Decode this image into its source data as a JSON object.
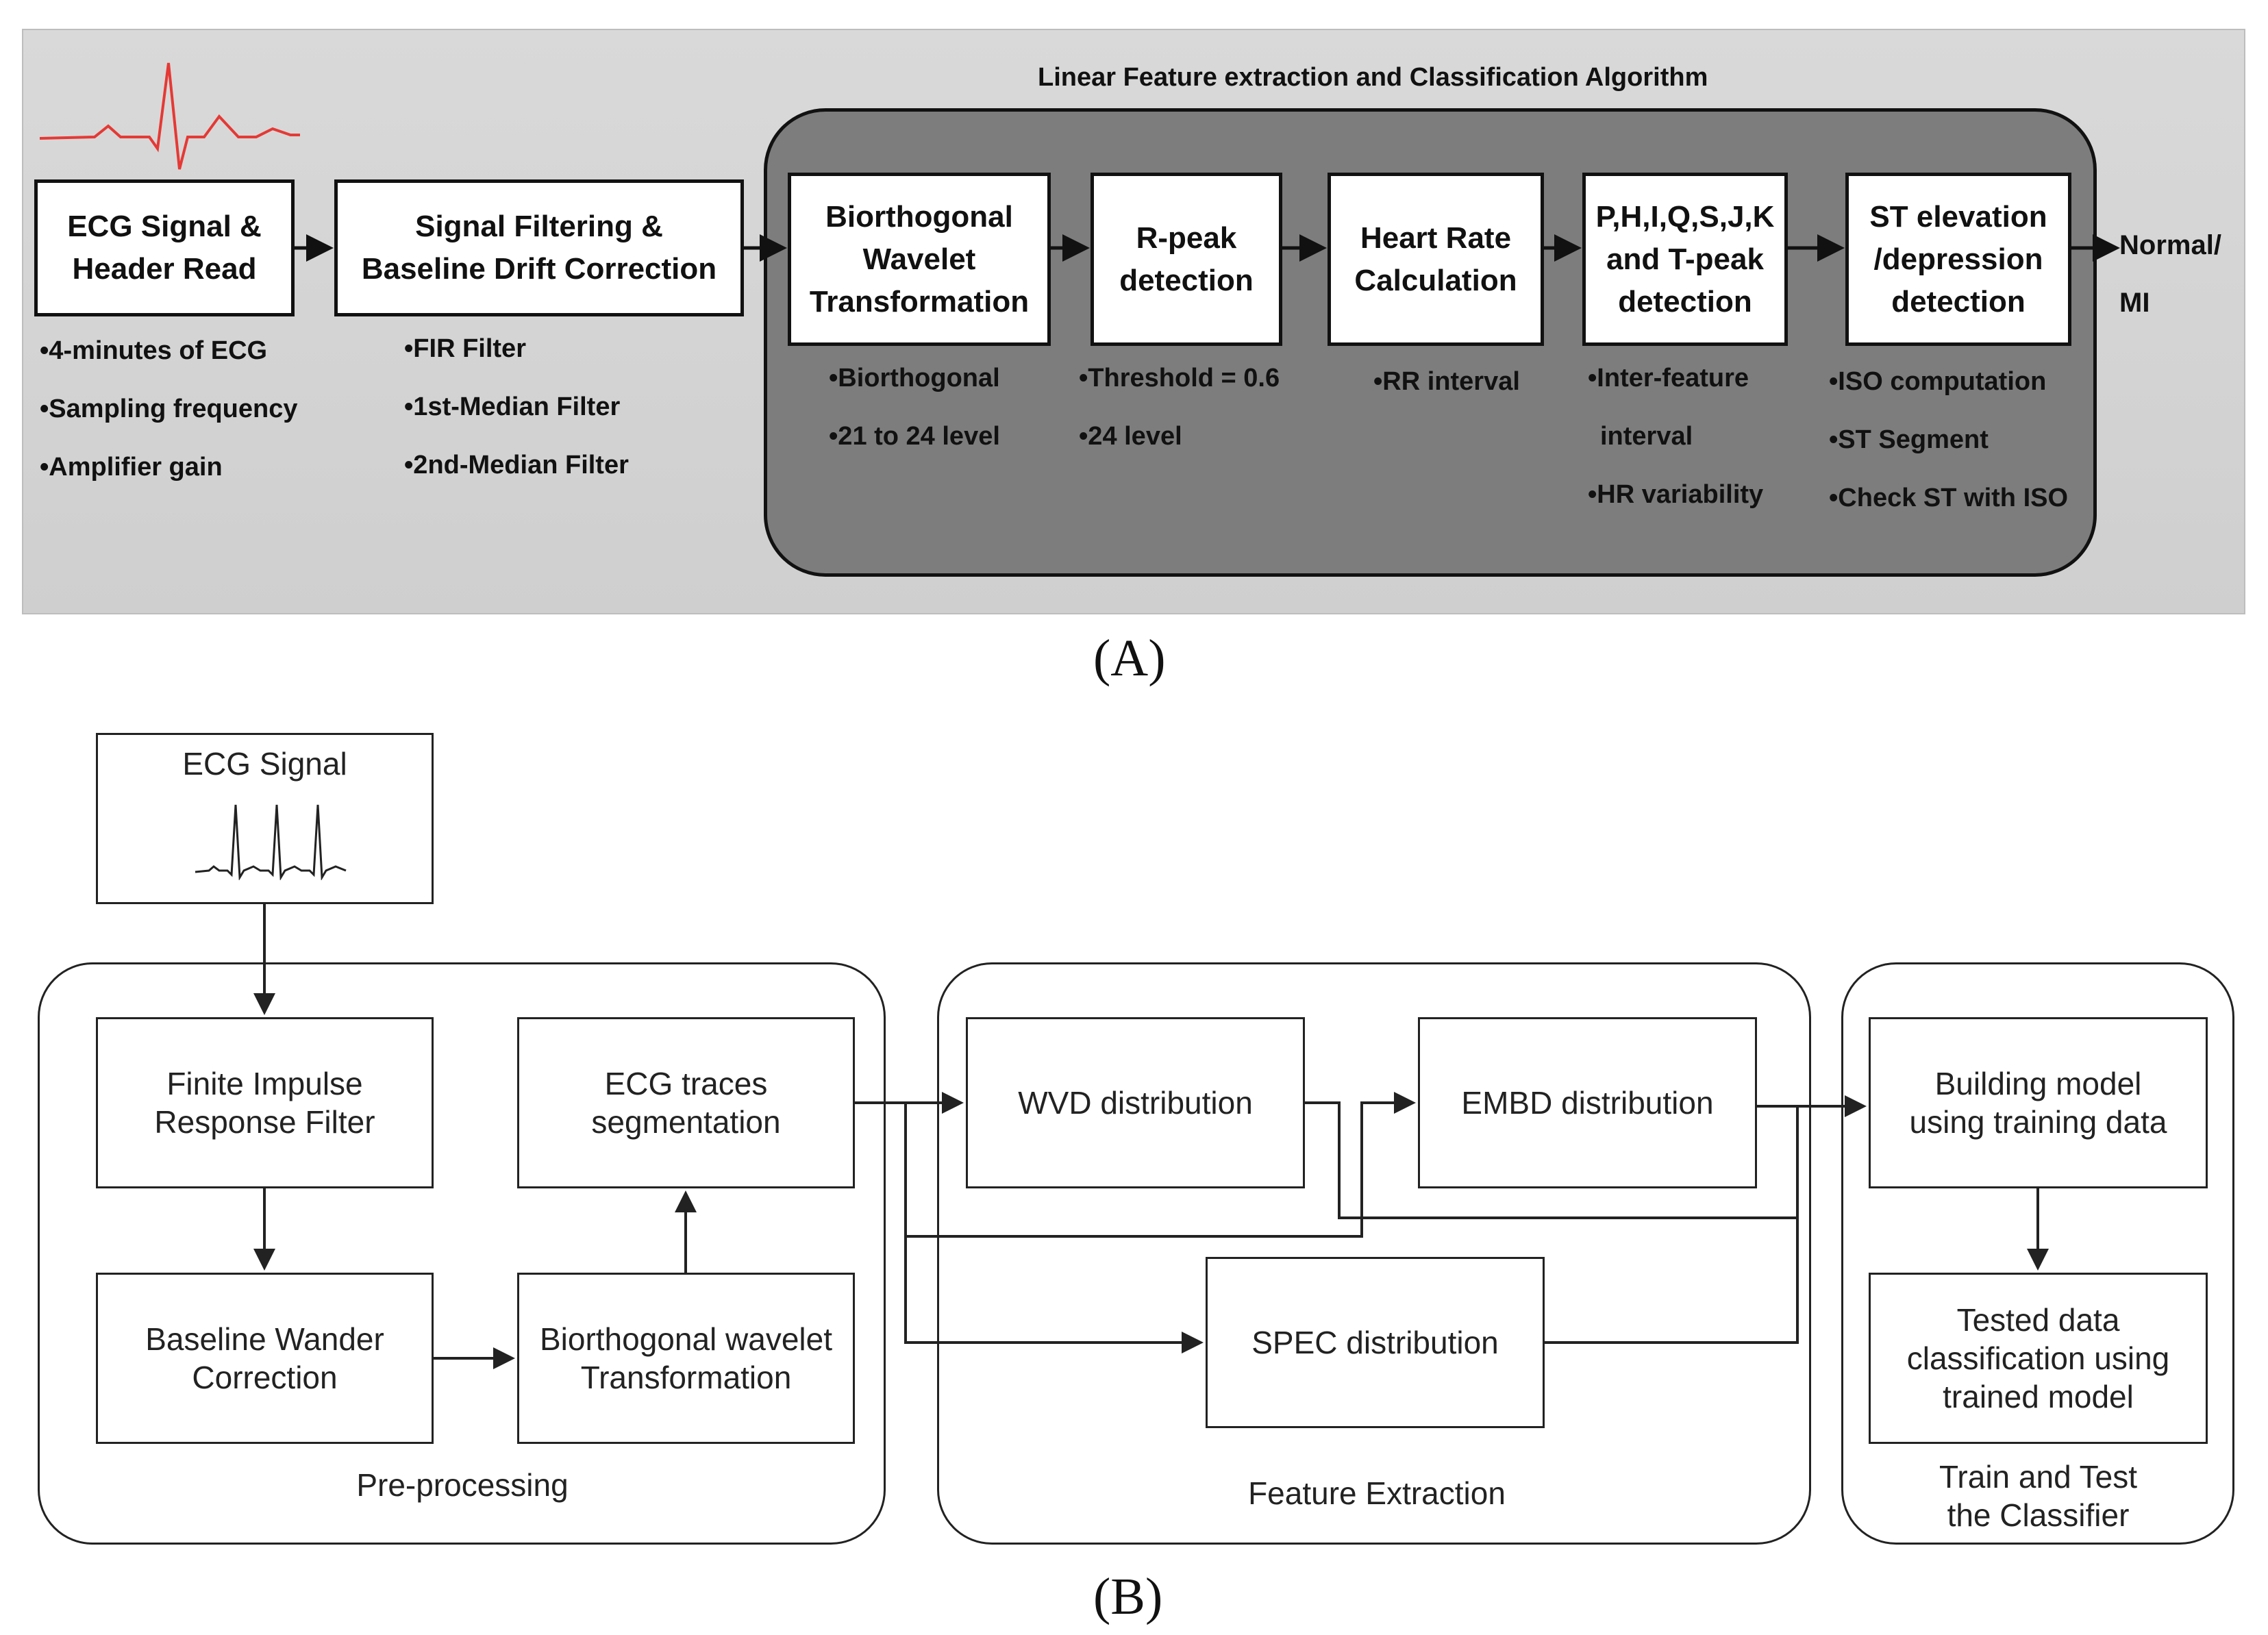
{
  "panel_a": {
    "group_title": "Linear Feature extraction and Classification Algorithm",
    "boxes": [
      {
        "label": "ECG Signal &\nHeader Read",
        "bullets": [
          "•4-minutes of ECG",
          "•Sampling frequency",
          "•Amplifier gain"
        ]
      },
      {
        "label": "Signal Filtering &\nBaseline Drift Correction",
        "bullets": [
          "•FIR Filter",
          "•1st-Median Filter",
          "•2nd-Median Filter"
        ]
      },
      {
        "label": "Biorthogonal\nWavelet\nTransformation",
        "bullets": [
          "•Biorthogonal",
          "•21 to 24 level"
        ]
      },
      {
        "label": "R-peak\ndetection",
        "bullets": [
          "•Threshold = 0.6",
          "•24 level"
        ]
      },
      {
        "label": "Heart Rate\nCalculation",
        "bullets": [
          "•RR interval"
        ]
      },
      {
        "label": "P,H,I,Q,S,J,K\nand T-peak\ndetection",
        "bullets": [
          "•Inter-feature",
          "interval",
          "•HR variability"
        ]
      },
      {
        "label": "ST elevation\n/depression\ndetection",
        "bullets": [
          "•ISO computation",
          "•ST Segment",
          "•Check ST with ISO"
        ]
      }
    ],
    "output_label_1": "Normal/",
    "output_label_2": "MI",
    "panel_label": "(A)"
  },
  "panel_b": {
    "ecg_signal_label": "ECG Signal",
    "groups": {
      "preprocessing": "Pre-processing",
      "feature_extraction": "Feature Extraction",
      "train_test": "Train and Test\nthe Classifier"
    },
    "boxes": {
      "fir": "Finite Impulse\nResponse Filter",
      "baseline": "Baseline Wander\nCorrection",
      "wavelet": "Biorthogonal wavelet\nTransformation",
      "segmentation": "ECG traces\nsegmentation",
      "wvd": "WVD distribution",
      "embd": "EMBD distribution",
      "spec": "SPEC distribution",
      "build_model": "Building  model\nusing training data",
      "tested": "Tested data\nclassification using\ntrained model"
    },
    "panel_label": "(B)"
  }
}
